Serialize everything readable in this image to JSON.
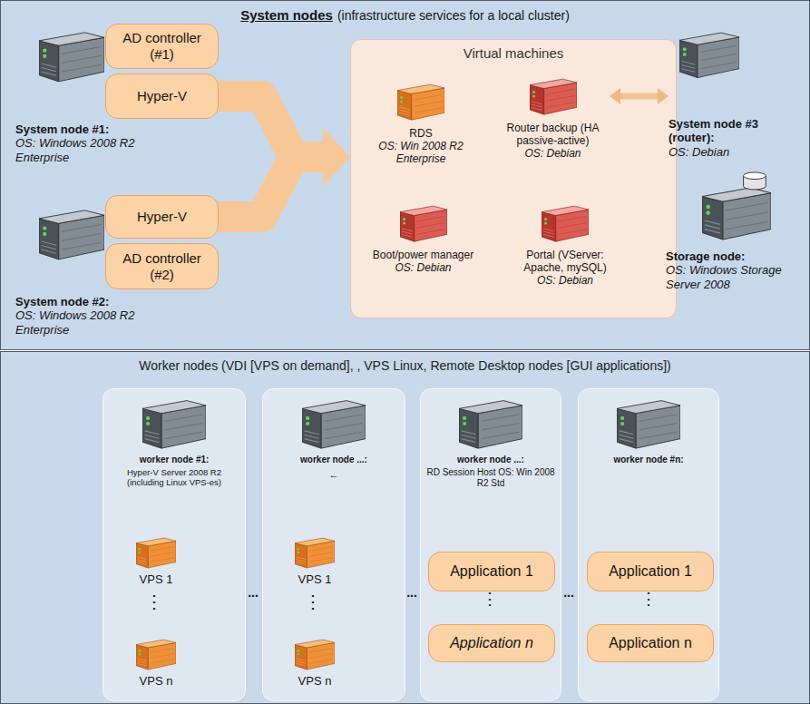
{
  "diagram": {
    "nodes": [
      {
        "text": [
          "System nodes",
          "(infrastructure services for a local cluster)"
        ]
      },
      {
        "text": [
          "System node #1:",
          "OS: Windows 2008 R2 Enterprise"
        ],
        "in": 0
      },
      {
        "text": [
          "AD controller (#1)"
        ],
        "in": 0
      },
      {
        "text": [
          "Hyper-V"
        ],
        "in": 0
      },
      {
        "text": [
          "System node #2:",
          "OS: Windows 2008 R2 Enterprise"
        ],
        "in": 0
      },
      {
        "text": [
          "Hyper-V"
        ],
        "in": 0
      },
      {
        "text": [
          "AD controller (#2)"
        ],
        "in": 0
      },
      {
        "text": [
          "Virtual machines"
        ],
        "in": 0
      },
      {
        "text": [
          "RDS",
          "OS: Win 2008 R2 Enterprise"
        ],
        "in": 7
      },
      {
        "text": [
          "Router backup (HA passive-active)",
          "OS: Debian"
        ],
        "in": 7
      },
      {
        "text": [
          "Boot/power manager",
          "OS: Debian"
        ],
        "in": 7
      },
      {
        "text": [
          "Portal (VServer: Apache, mySQL)",
          "OS: Debian"
        ],
        "in": 7
      },
      {
        "text": [
          "System node #3 (router):",
          "OS: Debian"
        ],
        "in": 0
      },
      {
        "text": [
          "Storage node:",
          "OS: Windows Storage Server 2008"
        ],
        "in": 0
      },
      {
        "text": [
          "Worker nodes (VDI [VPS on demand], , VPS Linux, Remote Desktop nodes [GUI applications])"
        ]
      },
      {
        "text": [
          "worker node #1:",
          "Hyper-V Server 2008 R2 (including Linux VPS-es)"
        ],
        "in": 14
      },
      {
        "text": [
          "VPS 1"
        ],
        "in": 15
      },
      {
        "text": [
          "VPS n"
        ],
        "in": 15
      },
      {
        "text": [
          "worker node ...:",
          "←"
        ],
        "in": 14
      },
      {
        "text": [
          "VPS 1"
        ],
        "in": 18
      },
      {
        "text": [
          "VPS n"
        ],
        "in": 18
      },
      {
        "text": [
          "worker node ...:",
          "RD Session Host OS: Win 2008 R2 Std"
        ],
        "in": 14
      },
      {
        "text": [
          "Application 1"
        ],
        "in": 21
      },
      {
        "text": [
          "Application n"
        ],
        "in": 21
      },
      {
        "text": [
          "worker node #n:"
        ],
        "in": 14
      },
      {
        "text": [
          "Application 1"
        ],
        "in": 24
      },
      {
        "text": [
          "Application n"
        ],
        "in": 24
      }
    ],
    "edges": [
      {
        "from": 3,
        "to": 7,
        "arrow": "to"
      },
      {
        "from": 5,
        "to": 7,
        "arrow": "to"
      },
      {
        "from": 9,
        "to": 12,
        "arrow": "both"
      }
    ],
    "labels": [
      "⋮",
      "...",
      "⋮",
      "...",
      "⋮",
      "...",
      "⋮"
    ]
  }
}
